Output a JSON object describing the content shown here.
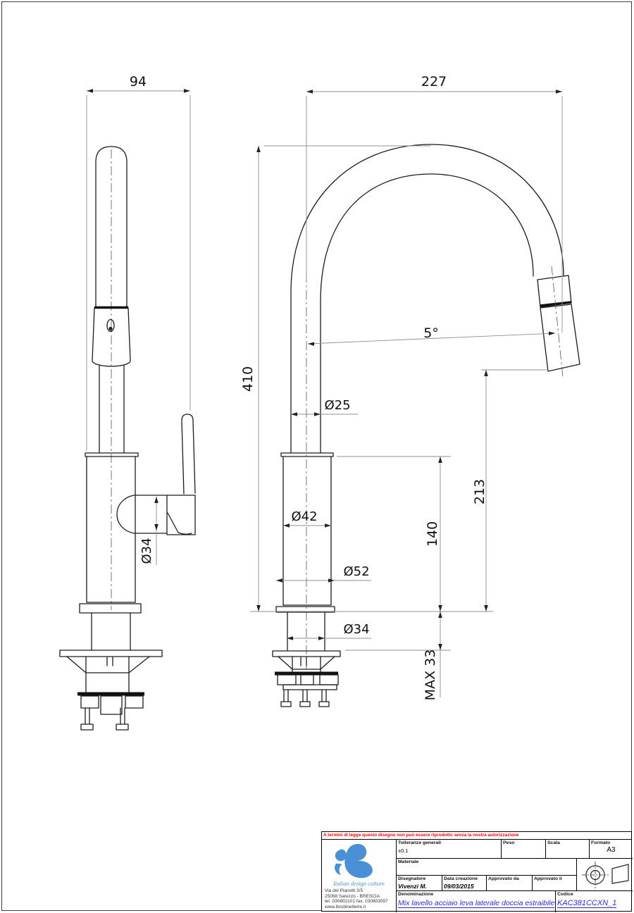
{
  "drawing": {
    "dims": {
      "d94": "94",
      "d227": "227",
      "d410": "410",
      "d213": "213",
      "d140": "140",
      "dmax33": "MAX 33",
      "d25": "Ø25",
      "d42": "Ø42",
      "d52": "Ø52",
      "d34_shank": "Ø34",
      "d34_handle": "Ø34",
      "d5deg": "5°"
    }
  },
  "title_block": {
    "legal_notice": "A termini di legge questo disegno non può essere riprodotto senza la nostra autorizzazione",
    "logo": {
      "tagline": "Italian design culture",
      "address_line1": "Via dei Pianotti 3/5",
      "address_line2": "25068 Sarezzo - BRESCIA",
      "address_line3": "tel. 030802101 fax. 030803097",
      "address_line4": "www.ibrubinetterie.it"
    },
    "fields": {
      "tolleranze_label": "Tolleranze generali",
      "tolleranze_value": "±0.1",
      "peso_label": "Peso",
      "scala_label": "Scala",
      "formato_label": "Formato",
      "formato_value": "A3",
      "materiale_label": "Materiale",
      "disegnatore_label": "Disegnatore",
      "disegnatore_value": "Vivenzi M.",
      "data_label": "Data creazione",
      "data_value": "09/03/2015",
      "approvato_da_label": "Approvato da",
      "approvato_il_label": "Approvato il",
      "denominazione_label": "Denominazione",
      "denominazione_value": "Mix lavello acciaio leva laterale doccia estraibile",
      "codice_label": "Codice",
      "codice_value": "KAC381CCXN_1"
    },
    "colors": {
      "logo_blue": "#4a90d5",
      "value_blue": "#2a2ad0",
      "notice_red": "#ff0000"
    }
  }
}
